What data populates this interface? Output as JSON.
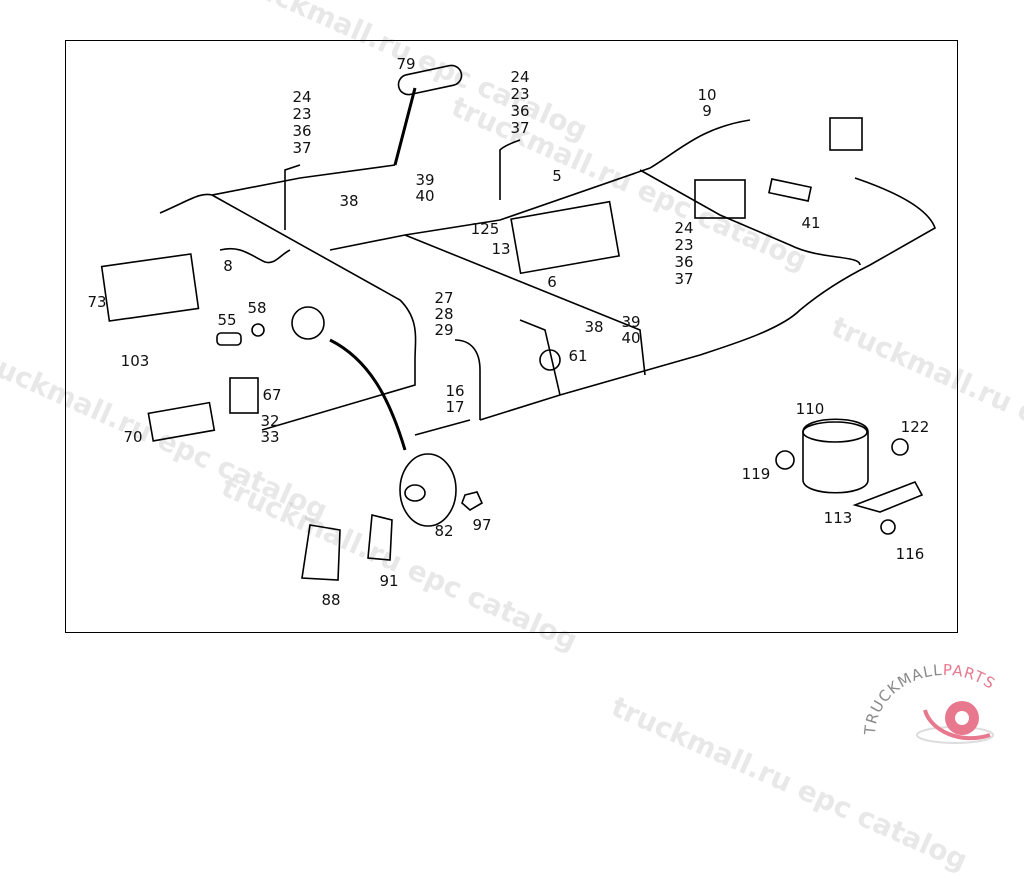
{
  "watermark": "truckmall.ru epc catalog",
  "logo": {
    "text_gray": "TRUCKMALL",
    "text_pink": "PARTS",
    "colors": {
      "gray": "#8a8a8a",
      "pink": "#e8788e"
    }
  },
  "callouts": {
    "c79": "79",
    "c24a": "24\n23\n36\n37",
    "c24b": "24\n23\n36\n37",
    "c24c": "24\n23\n36\n37",
    "c10": "10\n9",
    "c39a": "39\n40",
    "c38a": "38",
    "c5": "5",
    "c125": "125",
    "c13": "13",
    "c6": "6",
    "c8": "8",
    "c73": "73",
    "c41": "41",
    "c27": "27\n28\n29",
    "c38b": "38",
    "c39b": "39\n40",
    "c55": "55",
    "c58": "58",
    "c103": "103",
    "c61": "61",
    "c67": "67",
    "c32": "32\n33",
    "c70": "70",
    "c16": "16\n17",
    "c110": "110",
    "c122": "122",
    "c119": "119",
    "c113": "113",
    "c82": "82",
    "c97": "97",
    "c116": "116",
    "c91": "91",
    "c88": "88"
  }
}
